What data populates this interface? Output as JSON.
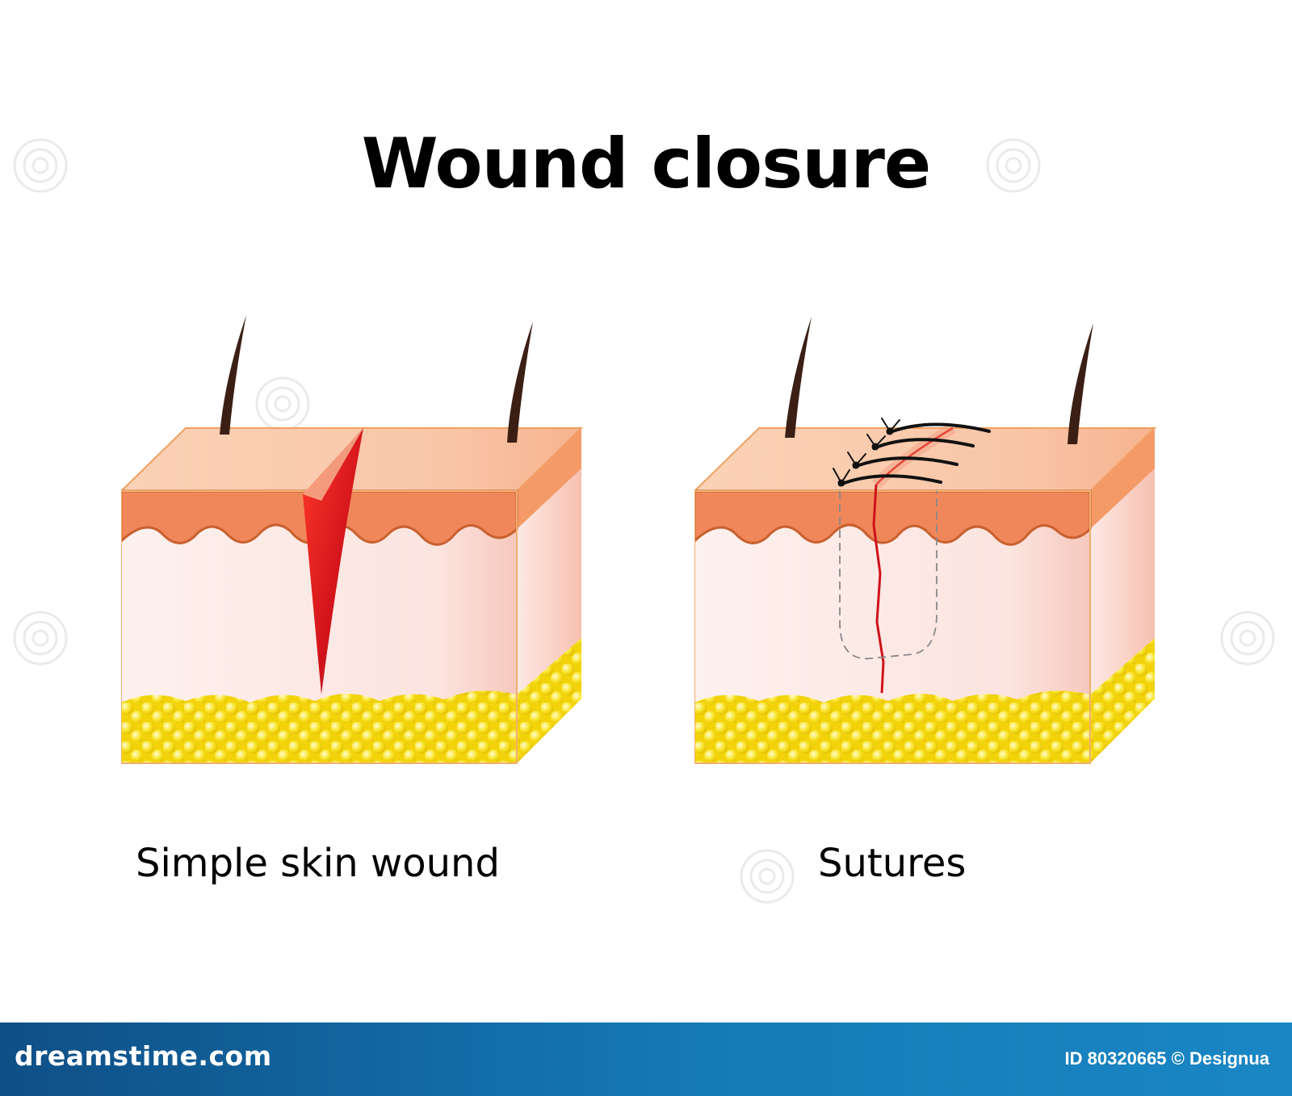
{
  "title": "Wound closure",
  "panels": [
    {
      "caption": "Simple skin wound"
    },
    {
      "caption": "Sutures"
    }
  ],
  "footer": {
    "logo": "dreamstime.com",
    "credit": "ID 80320665 © Designua"
  },
  "colors": {
    "background": "#ffffff",
    "skin_top": "#f9c9a8",
    "epidermis": "#f08a55",
    "dermis": "#fce9e4",
    "fat": "#f6dc10",
    "wound_red": "#e0201a",
    "hair": "#3b1f14",
    "footer_blue": "#157bb8"
  }
}
